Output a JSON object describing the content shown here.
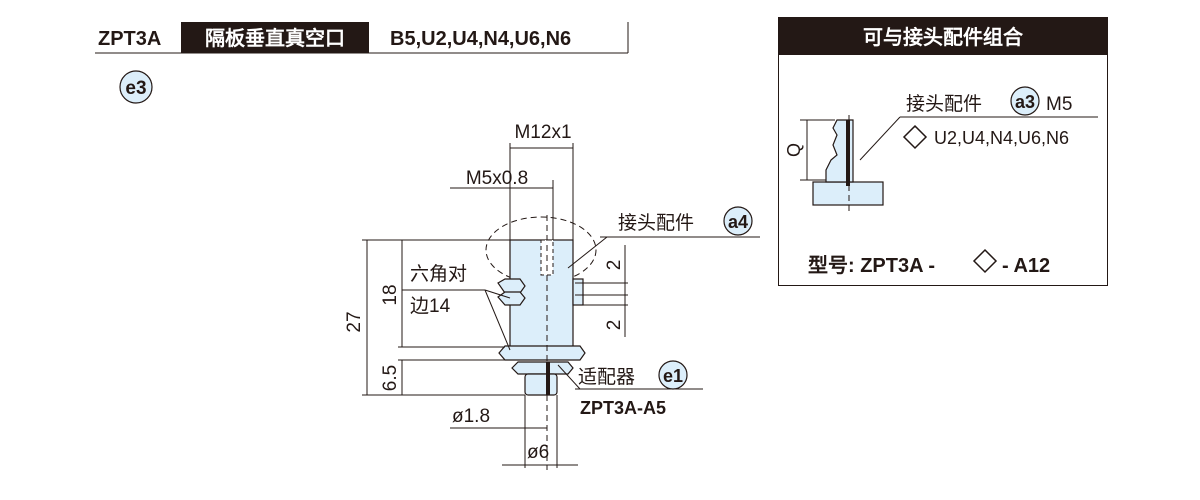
{
  "header": {
    "model": "ZPT3A",
    "type_label": "隔板垂直真空口",
    "options": "B5,U2,U4,N4,U6,N6",
    "badge": "e3"
  },
  "drawing": {
    "thread_outer": "M12x1",
    "thread_inner": "M5x0.8",
    "fitting_label": "接头配件",
    "fitting_badge": "a4",
    "hex_label_line1": "六角对",
    "hex_label_line2": "边14",
    "dim_total": "27",
    "dim_body": "18",
    "dim_adapter": "6.5",
    "dim_nut_top": "2",
    "dim_nut_bottom": "2",
    "adapter_label": "适配器",
    "adapter_badge": "e1",
    "adapter_model": "ZPT3A-A5",
    "dia_small": "ø1.8",
    "dia_large": "ø6"
  },
  "combo_panel": {
    "title": "可与接头配件组合",
    "fitting_label": "接头配件",
    "fitting_badge": "a3",
    "fitting_thread": "M5",
    "fitting_options": "U2,U4,N4,U6,N6",
    "dim_q": "Q",
    "model_prefix": "型号: ZPT3A -",
    "model_suffix": "- A12"
  },
  "colors": {
    "part_fill": "#dceefa",
    "ink": "#231815"
  }
}
